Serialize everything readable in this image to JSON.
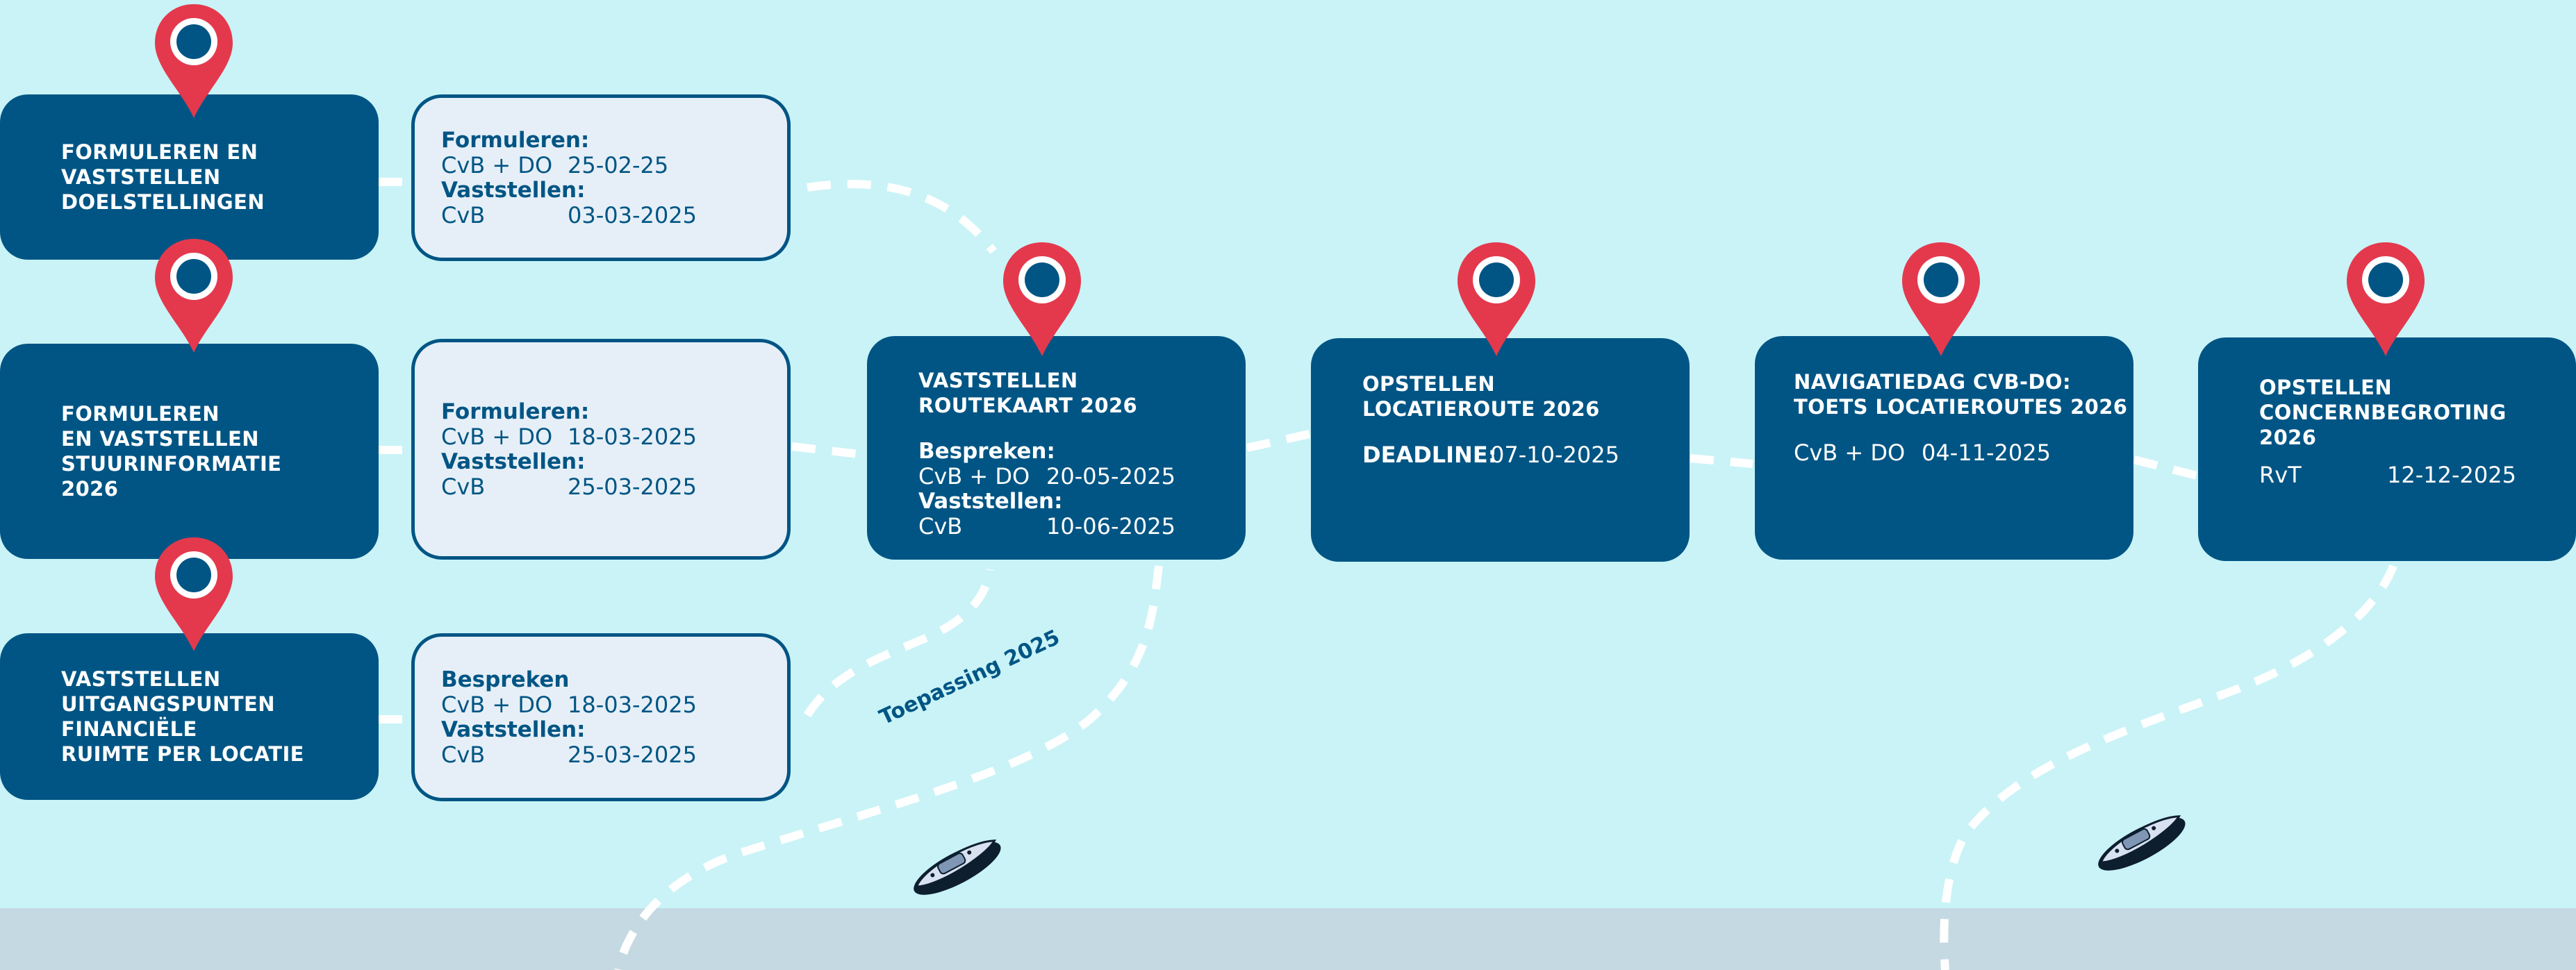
{
  "colors": {
    "water": "#c9f3f7",
    "ground": "#c5d9e2",
    "card": "#005584",
    "info_bg": "#e6eff7",
    "pin": "#e4394d",
    "route": "#ffffff"
  },
  "left_steps": [
    {
      "title": "FORMULEREN EN\nVASTSTELLEN\nDOELSTELLINGEN",
      "rows": [
        {
          "type": "label",
          "text": "Formuleren:"
        },
        {
          "type": "row",
          "who": "CvB + DO",
          "date": "25-02-25"
        },
        {
          "type": "label",
          "text": "Vaststellen:"
        },
        {
          "type": "row",
          "who": "CvB",
          "date": "03-03-2025"
        }
      ]
    },
    {
      "title": "FORMULEREN\nEN VASTSTELLEN\nSTUURINFORMATIE\n2026",
      "rows": [
        {
          "type": "label",
          "text": "Formuleren:"
        },
        {
          "type": "row",
          "who": "CvB + DO",
          "date": "18-03-2025"
        },
        {
          "type": "label",
          "text": "Vaststellen:"
        },
        {
          "type": "row",
          "who": "CvB",
          "date": "25-03-2025"
        }
      ]
    },
    {
      "title": "VASTSTELLEN\nUITGANGSPUNTEN\nFINANCIËLE\nRUIMTE PER LOCATIE",
      "rows": [
        {
          "type": "label",
          "text": "Bespreken"
        },
        {
          "type": "row",
          "who": "CvB + DO",
          "date": "18-03-2025"
        },
        {
          "type": "label",
          "text": "Vaststellen:"
        },
        {
          "type": "row",
          "who": "CvB",
          "date": "25-03-2025"
        }
      ]
    }
  ],
  "main_steps": [
    {
      "title": "VASTSTELLEN\nROUTEKAART 2026",
      "rows": [
        {
          "type": "label",
          "text": "Bespreken:"
        },
        {
          "type": "row",
          "who": "CvB + DO",
          "date": "20-05-2025"
        },
        {
          "type": "label",
          "text": "Vaststellen:"
        },
        {
          "type": "row",
          "who": "CvB",
          "date": "10-06-2025"
        }
      ]
    },
    {
      "title": "OPSTELLEN\nLOCATIEROUTE 2026",
      "rows": [
        {
          "type": "row",
          "who": "DEADLINE:",
          "date": "07-10-2025",
          "bold_who": true
        }
      ]
    },
    {
      "title": "NAVIGATIEDAG CVB-DO:\nTOETS LOCATIEROUTES 2026",
      "rows": [
        {
          "type": "row",
          "who": "CvB + DO",
          "date": "04-11-2025"
        }
      ]
    },
    {
      "title": "OPSTELLEN\nCONCERNBEGROTING\n2026",
      "rows": [
        {
          "type": "row",
          "who": "RvT",
          "date": "12-12-2025"
        }
      ]
    }
  ],
  "route_label": "Toepassing 2025",
  "icons": {
    "pin": "map-pin-icon",
    "boat": "boat-icon"
  }
}
